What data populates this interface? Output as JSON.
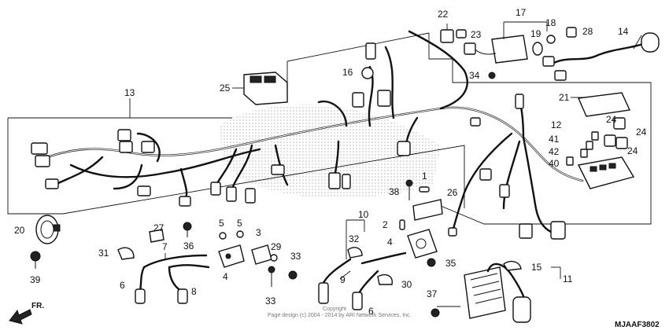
{
  "reference_code": "MJAAF3802",
  "copyright_line1": "Copyright",
  "copyright_line2": "Page design (c) 2004 - 2014 by ARI Network Services, Inc.",
  "direction_label": "FR.",
  "part_labels": [
    {
      "id": "l1",
      "text": "1"
    },
    {
      "id": "l2",
      "text": "2"
    },
    {
      "id": "l3",
      "text": "3"
    },
    {
      "id": "l4a",
      "text": "4"
    },
    {
      "id": "l4b",
      "text": "4"
    },
    {
      "id": "l5a",
      "text": "5"
    },
    {
      "id": "l5b",
      "text": "5"
    },
    {
      "id": "l6a",
      "text": "6"
    },
    {
      "id": "l6b",
      "text": "6"
    },
    {
      "id": "l7",
      "text": "7"
    },
    {
      "id": "l8",
      "text": "8"
    },
    {
      "id": "l9",
      "text": "9"
    },
    {
      "id": "l10",
      "text": "10"
    },
    {
      "id": "l11",
      "text": "11"
    },
    {
      "id": "l12",
      "text": "12"
    },
    {
      "id": "l13",
      "text": "13"
    },
    {
      "id": "l14",
      "text": "14"
    },
    {
      "id": "l15",
      "text": "15"
    },
    {
      "id": "l16",
      "text": "16"
    },
    {
      "id": "l17",
      "text": "17"
    },
    {
      "id": "l18",
      "text": "18"
    },
    {
      "id": "l19",
      "text": "19"
    },
    {
      "id": "l20",
      "text": "20"
    },
    {
      "id": "l21",
      "text": "21"
    },
    {
      "id": "l22",
      "text": "22"
    },
    {
      "id": "l23",
      "text": "23"
    },
    {
      "id": "l24a",
      "text": "24"
    },
    {
      "id": "l24b",
      "text": "24"
    },
    {
      "id": "l24c",
      "text": "24"
    },
    {
      "id": "l25",
      "text": "25"
    },
    {
      "id": "l26",
      "text": "26"
    },
    {
      "id": "l27",
      "text": "27"
    },
    {
      "id": "l28",
      "text": "28"
    },
    {
      "id": "l29",
      "text": "29"
    },
    {
      "id": "l30",
      "text": "30"
    },
    {
      "id": "l31",
      "text": "31"
    },
    {
      "id": "l32",
      "text": "32"
    },
    {
      "id": "l33a",
      "text": "33"
    },
    {
      "id": "l33b",
      "text": "33"
    },
    {
      "id": "l34",
      "text": "34"
    },
    {
      "id": "l35",
      "text": "35"
    },
    {
      "id": "l36",
      "text": "36"
    },
    {
      "id": "l37",
      "text": "37"
    },
    {
      "id": "l38",
      "text": "38"
    },
    {
      "id": "l39",
      "text": "39"
    },
    {
      "id": "l40",
      "text": "40"
    },
    {
      "id": "l41",
      "text": "41"
    },
    {
      "id": "l42",
      "text": "42"
    }
  ]
}
